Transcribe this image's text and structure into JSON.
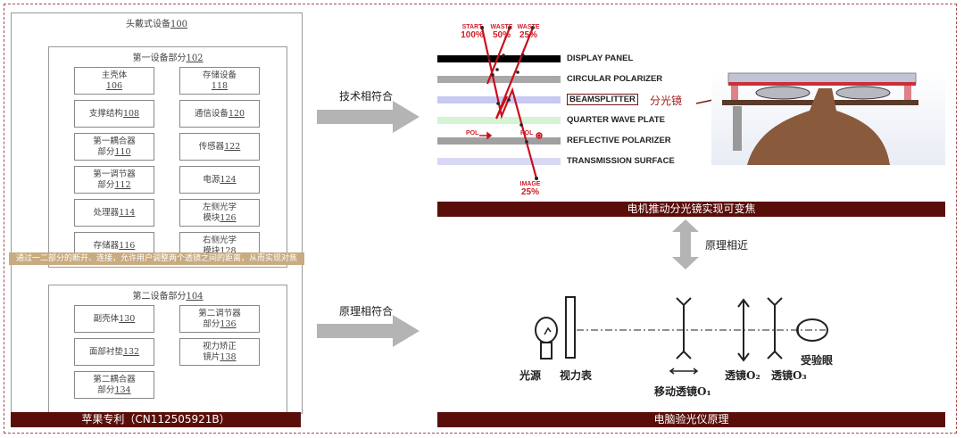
{
  "patent": {
    "title_text": "头戴式设备",
    "title_num": "100",
    "part1": {
      "title_text": "第一设备部分",
      "title_num": "102",
      "components": [
        {
          "line1": "主壳体",
          "num": "106",
          "two_line": true
        },
        {
          "line1": "存储设备",
          "num": "118",
          "two_line": true
        },
        {
          "line1": "支撑结构",
          "num": "108",
          "two_line": false
        },
        {
          "line1": "通信设备",
          "num": "120",
          "two_line": false
        },
        {
          "line1": "第一耦合器",
          "line2": "部分",
          "num": "110",
          "two_line": true
        },
        {
          "line1": "传感器",
          "num": "122",
          "two_line": false
        },
        {
          "line1": "第一调节器",
          "line2": "部分",
          "num": "112",
          "two_line": true
        },
        {
          "line1": "电源",
          "num": "124",
          "two_line": false
        },
        {
          "line1": "处理器",
          "num": "114",
          "two_line": false
        },
        {
          "line1": "左侧光学",
          "line2": "模块",
          "num": "126",
          "two_line": true
        },
        {
          "line1": "存储器",
          "num": "116",
          "two_line": false
        },
        {
          "line1": "右侧光学",
          "line2": "模块",
          "num": "128",
          "two_line": true
        }
      ]
    },
    "banner": "通过一二部分的断开、连接，允许用户调整两个透镜之间的距离，从而实现对焦",
    "part2": {
      "title_text": "第二设备部分",
      "title_num": "104",
      "components": [
        {
          "line1": "副壳体",
          "num": "130",
          "two_line": false
        },
        {
          "line1": "第二调节器",
          "line2": "部分",
          "num": "136",
          "two_line": true
        },
        {
          "line1": "面部衬垫",
          "num": "132",
          "two_line": false
        },
        {
          "line1": "视力矫正",
          "line2": "镜片",
          "num": "138",
          "two_line": true
        },
        {
          "line1": "第二耦合器",
          "line2": "部分",
          "num": "134",
          "two_line": true
        }
      ]
    },
    "caption": "苹果专利（CN112505921B）"
  },
  "arrows": {
    "tech_match": "技术相符合",
    "principle_match": "原理相符合",
    "principle_similar": "原理相近"
  },
  "optics": {
    "rays": [
      {
        "label": "START",
        "value": "100%"
      },
      {
        "label": "WASTE",
        "value": "50%"
      },
      {
        "label": "WASTE",
        "value": "25%"
      }
    ],
    "image_label": "IMAGE",
    "image_value": "25%",
    "pol_left": "POL",
    "pol_right": "POL",
    "layers": [
      {
        "name": "DISPLAY PANEL",
        "color": "#000000"
      },
      {
        "name": "CIRCULAR POLARIZER",
        "color": "#a8a8a8"
      },
      {
        "name": "BEAMSPLITTER",
        "color": "#c8c8f4"
      },
      {
        "name": "QUARTER WAVE PLATE",
        "color": "#d4f4d4"
      },
      {
        "name": "REFLECTIVE POLARIZER",
        "color": "#a0a0a0"
      },
      {
        "name": "TRANSMISSION SURFACE",
        "color": "#d8d8f4"
      }
    ],
    "beamsplitter_cn": "分光镜",
    "caption": "电机推动分光镜实现可变焦"
  },
  "examiner": {
    "labels": {
      "light_source": "光源",
      "eye_chart": "视力表",
      "moving_lens": "移动透镜O₁",
      "lens2": "透镜O₂",
      "lens3": "透镜O₃",
      "test_eye": "受验眼"
    },
    "caption": "电脑验光仪原理"
  },
  "colors": {
    "caption_bg": "#5a0e0a",
    "banner_bg": "#c8ab80",
    "ray_red": "#c8101c",
    "arrow_gray": "#b4b4b4"
  }
}
